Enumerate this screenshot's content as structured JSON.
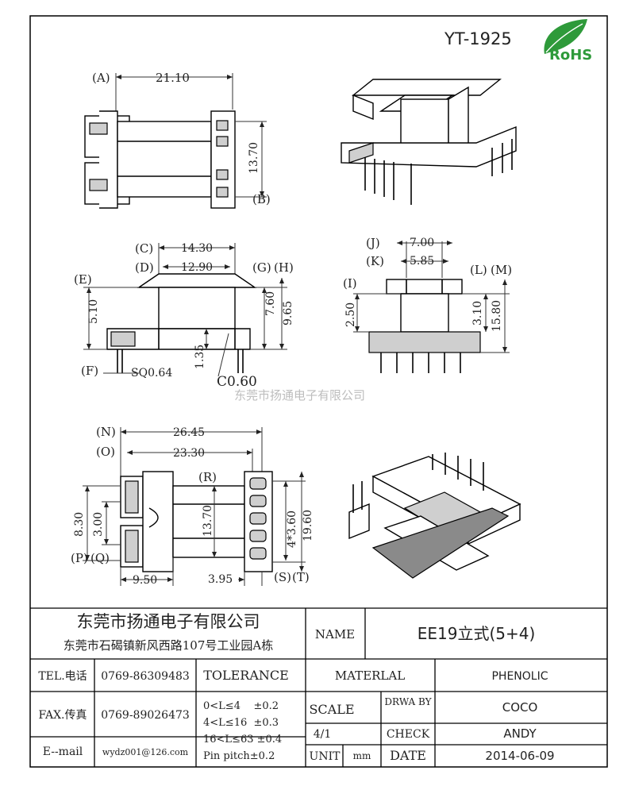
{
  "header": {
    "part_number": "YT-1925",
    "rohs_label": "RoHS"
  },
  "watermark": "东莞市扬通电子有限公司",
  "views": {
    "top": {
      "letters": {
        "A": "A",
        "B": "B"
      },
      "dims": {
        "width": "21.10",
        "height": "13.70"
      }
    },
    "side": {
      "letters": {
        "C": "C",
        "D": "D",
        "E": "E",
        "F": "F",
        "G": "G",
        "H": "H"
      },
      "dims": {
        "c": "14.30",
        "d": "12.90",
        "e": "5.10",
        "g": "7.60",
        "h": "9.65",
        "pin_h": "1.35",
        "sq": "SQ0.64",
        "chamfer": "C0.60"
      }
    },
    "end": {
      "letters": {
        "I": "I",
        "J": "J",
        "K": "K",
        "L": "L",
        "M": "M"
      },
      "dims": {
        "j": "7.00",
        "k": "5.85",
        "i": "2.50",
        "l": "3.10",
        "m": "15.80"
      }
    },
    "bottom": {
      "letters": {
        "N": "N",
        "O": "O",
        "P": "P",
        "Q": "Q",
        "R": "R",
        "S": "S",
        "T": "T"
      },
      "dims": {
        "n": "26.45",
        "o": "23.30",
        "p": "8.30",
        "q": "3.00",
        "r": "13.70",
        "s": "4*3.60",
        "t": "19.60",
        "pq": "9.50",
        "st": "3.95"
      }
    }
  },
  "title_block": {
    "company": "东莞市扬通电子有限公司",
    "address": "东莞市石碣镇新风西路107号工业园A栋",
    "name_label": "NAME",
    "name_value": "EE19立式(5+4)",
    "tel_label": "TEL.电话",
    "tel_value": "0769-86309483",
    "fax_label": "FAX.传真",
    "fax_value": "0769-89026473",
    "email_label": "E--mail",
    "email_value": "wydz001@126.com",
    "tolerance_label": "TOLERANCE",
    "tolerance_rows": [
      "0<L≤4    ±0.2",
      "4<L≤16  ±0.3",
      "16<L≤63 ±0.4",
      "Pin pitch±0.2"
    ],
    "material_label": "MATERLAL",
    "material_value": "PHENOLIC",
    "scale_label": "SCALE",
    "scale_value": "4/1",
    "unit_label": "UNIT",
    "unit_value": "mm",
    "drawn_label": "DRWA BY",
    "drawn_value": "COCO",
    "check_label": "CHECK",
    "check_value": "ANDY",
    "date_label": "DATE",
    "date_value": "2014-06-09"
  }
}
